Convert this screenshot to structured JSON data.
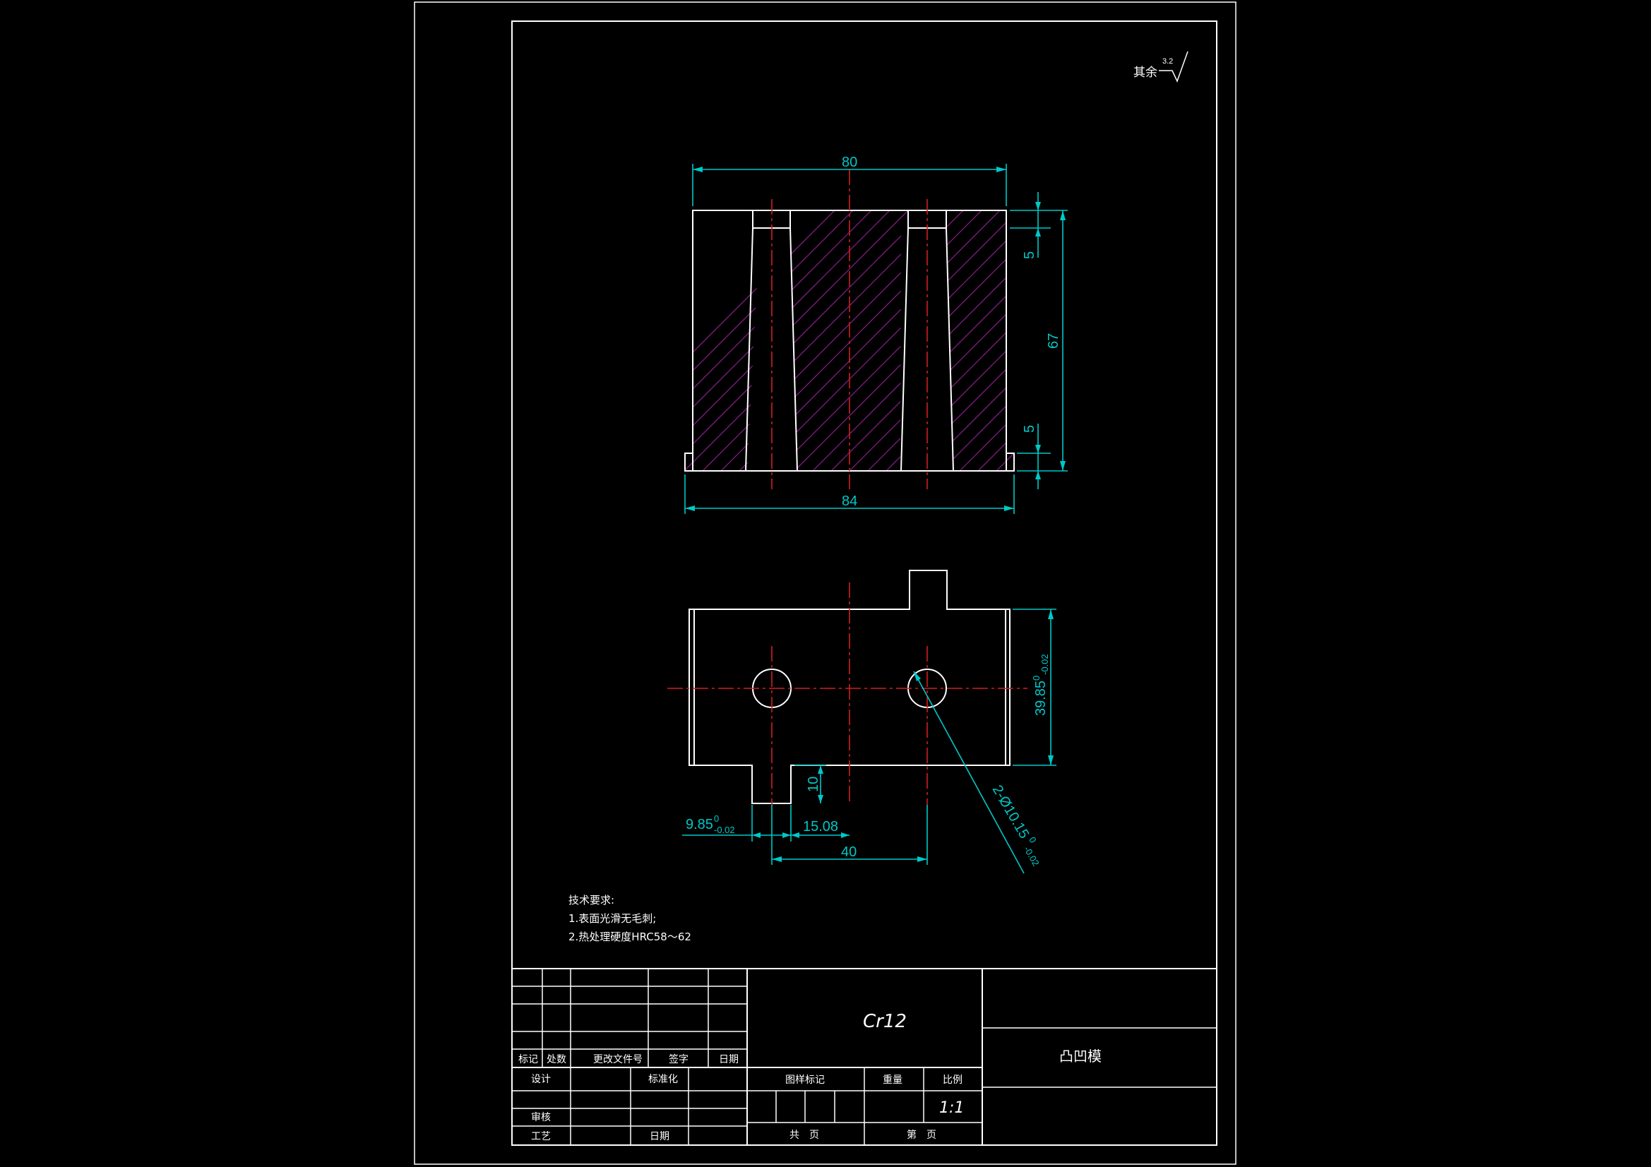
{
  "roughness_note": {
    "label": "其余",
    "value": "3.2"
  },
  "front_view": {
    "dim_top": "80",
    "dim_bottom": "84",
    "dim_total_height": "67",
    "dim_step_top": "5",
    "dim_step_bottom": "5"
  },
  "top_view": {
    "dim_width": "39.85",
    "dim_width_tol_upper": "0",
    "dim_width_tol_lower": "-0.02",
    "dim_tab": "10",
    "dim_left": "9.85",
    "dim_left_tol_upper": "0",
    "dim_left_tol_lower": "-0.02",
    "dim_mid": "15.08",
    "dim_span": "40",
    "dim_holes": "2-Ø10.15",
    "dim_holes_tol_upper": "0",
    "dim_holes_tol_lower": "-0.02"
  },
  "tech_requirements": {
    "title": "技术要求:",
    "items": [
      "1.表面光滑无毛刺;",
      "2.热处理硬度HRC58～62"
    ]
  },
  "title_block": {
    "material": "Cr12",
    "part_name": "凸凹模",
    "scale": "1:1",
    "headers": [
      "标记",
      "处数",
      "更改文件号",
      "签字",
      "日期"
    ],
    "row_design": "设计",
    "row_standard": "标准化",
    "row_review": "审核",
    "row_process": "工艺",
    "row_date": "日期",
    "label_stage": "图样标记",
    "label_weight": "重量",
    "label_scale": "比例",
    "label_total": "共　页",
    "label_sheet": "第　页"
  }
}
